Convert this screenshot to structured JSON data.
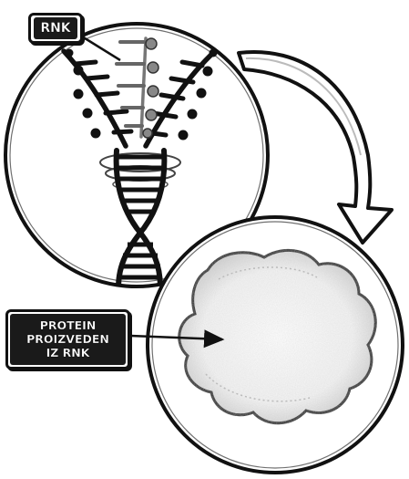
{
  "labels": {
    "rnk": "RNK",
    "protein_lines": [
      "PROTEIN",
      "PROIZVEDEN",
      "IZ RNK"
    ]
  }
}
